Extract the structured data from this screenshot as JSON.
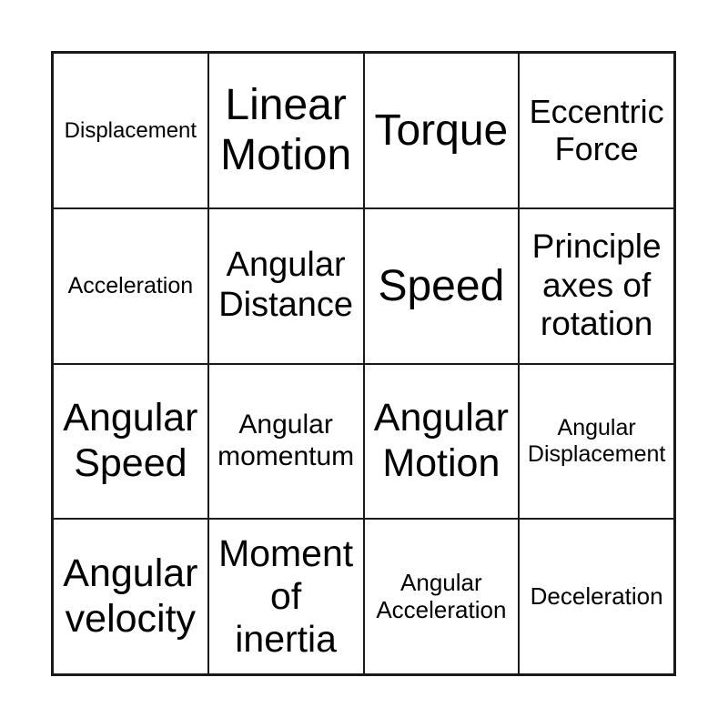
{
  "card": {
    "grid_size": "4x4",
    "cells": [
      {
        "label": "Displacement"
      },
      {
        "label": "Linear\nMotion"
      },
      {
        "label": "Torque"
      },
      {
        "label": "Eccentric\nForce"
      },
      {
        "label": "Acceleration"
      },
      {
        "label": "Angular\nDistance"
      },
      {
        "label": "Speed"
      },
      {
        "label": "Principle\naxes of\nrotation"
      },
      {
        "label": "Angular\nSpeed"
      },
      {
        "label": "Angular\nmomentum"
      },
      {
        "label": "Angular\nMotion"
      },
      {
        "label": "Angular\nDisplacement"
      },
      {
        "label": "Angular\nvelocity"
      },
      {
        "label": "Moment\nof\ninertia"
      },
      {
        "label": "Angular\nAcceleration"
      },
      {
        "label": "Deceleration"
      }
    ]
  },
  "colors": {
    "background": "#ffffff",
    "grid_line": "#1a1a1a",
    "text": "#000000"
  }
}
